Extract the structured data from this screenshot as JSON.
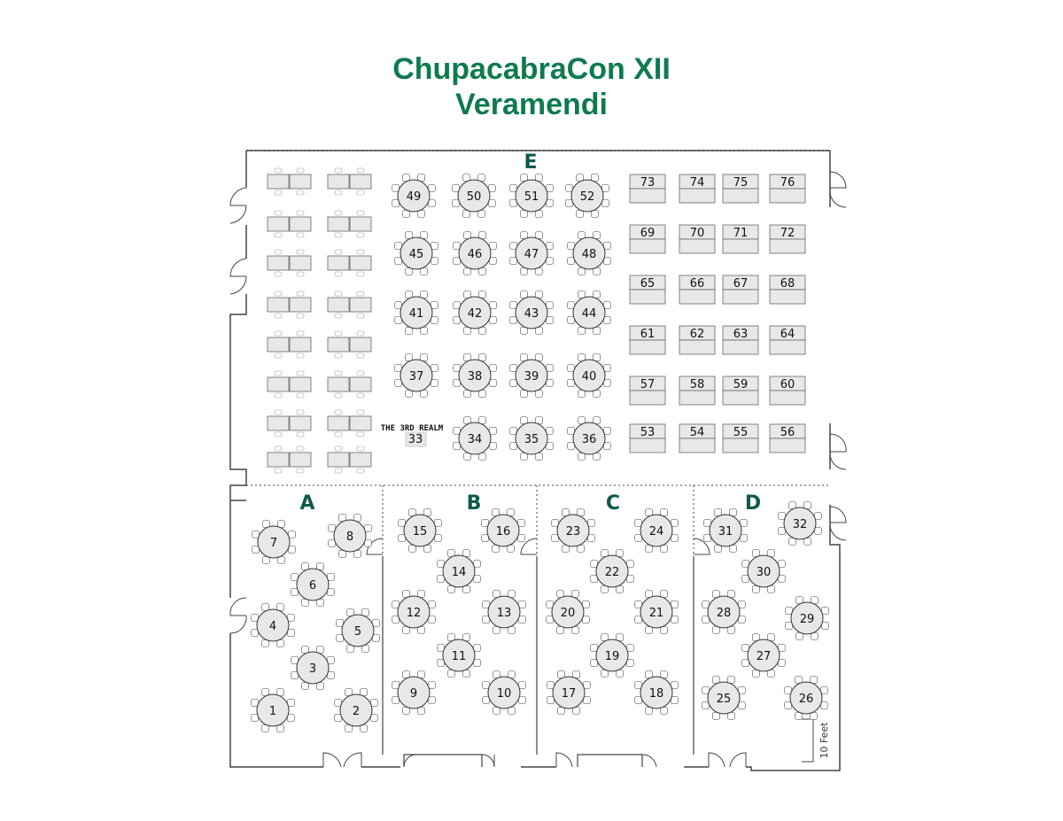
{
  "title": {
    "line1": "ChupacabraCon XII",
    "line2": "Veramendi"
  },
  "colors": {
    "title": "#0f7a4f",
    "section_label": "#0f5a4a",
    "table_fill": "#e6e8ea",
    "line": "#444444"
  },
  "sections": [
    "E",
    "A",
    "B",
    "C",
    "D"
  ],
  "scale_label": "10 Feet",
  "vendor_logo": {
    "text": "THE 3RD REALM",
    "table": "33"
  },
  "tables": {
    "round": [
      "1",
      "2",
      "3",
      "4",
      "5",
      "6",
      "7",
      "8",
      "9",
      "10",
      "11",
      "12",
      "13",
      "14",
      "15",
      "16",
      "17",
      "18",
      "19",
      "20",
      "21",
      "22",
      "23",
      "24",
      "25",
      "26",
      "27",
      "28",
      "29",
      "30",
      "31",
      "32",
      "34",
      "35",
      "36",
      "37",
      "38",
      "39",
      "40",
      "41",
      "42",
      "43",
      "44",
      "45",
      "46",
      "47",
      "48",
      "49",
      "50",
      "51",
      "52"
    ],
    "rectangular": [
      "53",
      "54",
      "55",
      "56",
      "57",
      "58",
      "59",
      "60",
      "61",
      "62",
      "63",
      "64",
      "65",
      "66",
      "67",
      "68",
      "69",
      "70",
      "71",
      "72",
      "73",
      "74",
      "75",
      "76"
    ]
  }
}
